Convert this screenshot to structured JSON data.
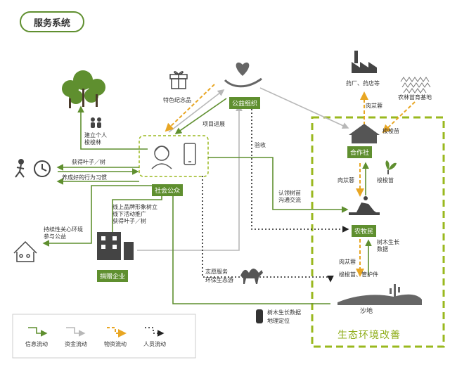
{
  "title": "服务系统",
  "colors": {
    "info": "#5f8f2f",
    "fund": "#b8b8b8",
    "material": "#e8a623",
    "people": "#222222",
    "eco_border": "#9ab81e"
  },
  "nodes": {
    "public": "社会公众",
    "charity": "公益组织",
    "company": "捐赠企业",
    "coop": "合作社",
    "herder": "农牧民",
    "desert": "沙地",
    "eco_area": "生态环境改善"
  },
  "labels": {
    "souvenir": "特色纪念品",
    "progress": "项目进展",
    "acceptance": "验收",
    "build_forest_1": "建立个人",
    "build_forest_2": "梭梭林",
    "get_leaf": "获得叶子／树",
    "good_habit": "养成好的行为习惯",
    "brand_1": "线上品牌形象树立",
    "brand_2": "线下活动推广",
    "brand_3": "获得叶子／树",
    "sustain_1": "持续性关心环境",
    "sustain_2": "参与公益",
    "adopt_1": "认领树苗",
    "adopt_2": "沟通交流",
    "volunteer_1": "志愿服务",
    "volunteer_2": "环保生态游",
    "tree_data_1": "树木生长数据",
    "tree_data_2": "地理定位",
    "pharma": "药厂、药店等",
    "cistanche_base": "农林苗育基地",
    "cistanche_1": "肉苁蓉",
    "saxaul_1": "梭梭苗",
    "cistanche_2": "肉苁蓉",
    "saxaul_2": "梭梭苗",
    "growth_1": "树木生长",
    "growth_2": "数据",
    "cistanche_3": "肉苁蓉",
    "saxaul_tools": "梭梭苗、管护件"
  },
  "legend": {
    "info": "信息流动",
    "fund": "资金流动",
    "material": "物资流动",
    "people": "人员流动"
  },
  "icons": {
    "trees": "trees-icon",
    "family": "family-icon",
    "walker": "walker-clock-icon",
    "house": "house-family-icon",
    "gift": "gift-icon",
    "heart_hand": "heart-hand-icon",
    "person": "person-icon",
    "phone": "phone-icon",
    "building": "building-icon",
    "camel": "camel-icon",
    "tracker": "tracker-icon",
    "factory": "factory-icon",
    "seedlings": "seedlings-icon",
    "coop_house": "coop-house-icon",
    "sprout": "sprout-icon",
    "farmer": "farmer-icon",
    "desert": "desert-icon"
  }
}
